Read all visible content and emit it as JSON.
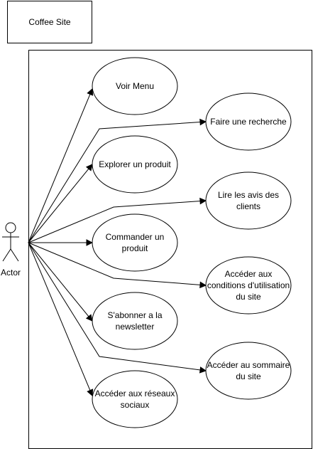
{
  "title_box": {
    "label": "Coffee Site"
  },
  "actor": {
    "label": "Actor"
  },
  "use_cases": [
    {
      "id": "voir-menu",
      "lines": [
        "Voir Menu"
      ]
    },
    {
      "id": "faire-recherche",
      "lines": [
        "Faire une recherche"
      ]
    },
    {
      "id": "explorer-produit",
      "lines": [
        "Explorer un produit"
      ]
    },
    {
      "id": "lire-avis",
      "lines": [
        "Lire les avis des",
        "clients"
      ]
    },
    {
      "id": "commander-produit",
      "lines": [
        "Commander un",
        "produit"
      ]
    },
    {
      "id": "conditions-utilisation",
      "lines": [
        "Accéder aux",
        "conditions d'utilisation",
        "du site"
      ]
    },
    {
      "id": "abonner-newsletter",
      "lines": [
        "S'abonner a la",
        "newsletter"
      ]
    },
    {
      "id": "sommaire-site",
      "lines": [
        "Accéder au sommaire",
        "du site"
      ]
    },
    {
      "id": "reseaux-sociaux",
      "lines": [
        "Accéder aux réseaux",
        "sociaux"
      ]
    }
  ]
}
